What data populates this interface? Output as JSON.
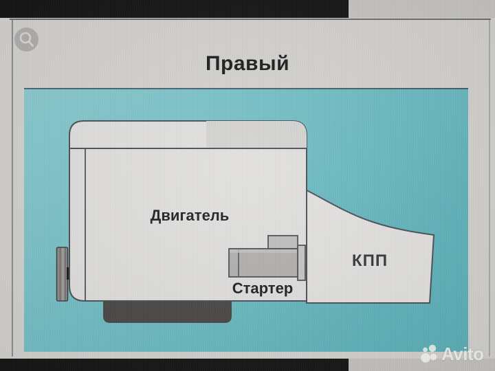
{
  "header": {
    "title": "Правый"
  },
  "toolbar": {
    "zoom_icon": "magnifier"
  },
  "diagram": {
    "labels": {
      "engine": "Двигатель",
      "starter": "Стартер",
      "gearbox": "КПП"
    },
    "colors": {
      "panel_background": "#6fbcc3",
      "part_fill": "#e2e1df",
      "outline": "#4c5258",
      "oil_pan": "#4b4947",
      "starter_fill": "#b4b2b0",
      "label_text": "#1f1f1f",
      "letterbox": "#151515"
    }
  },
  "watermark": {
    "brand": "Avito"
  }
}
